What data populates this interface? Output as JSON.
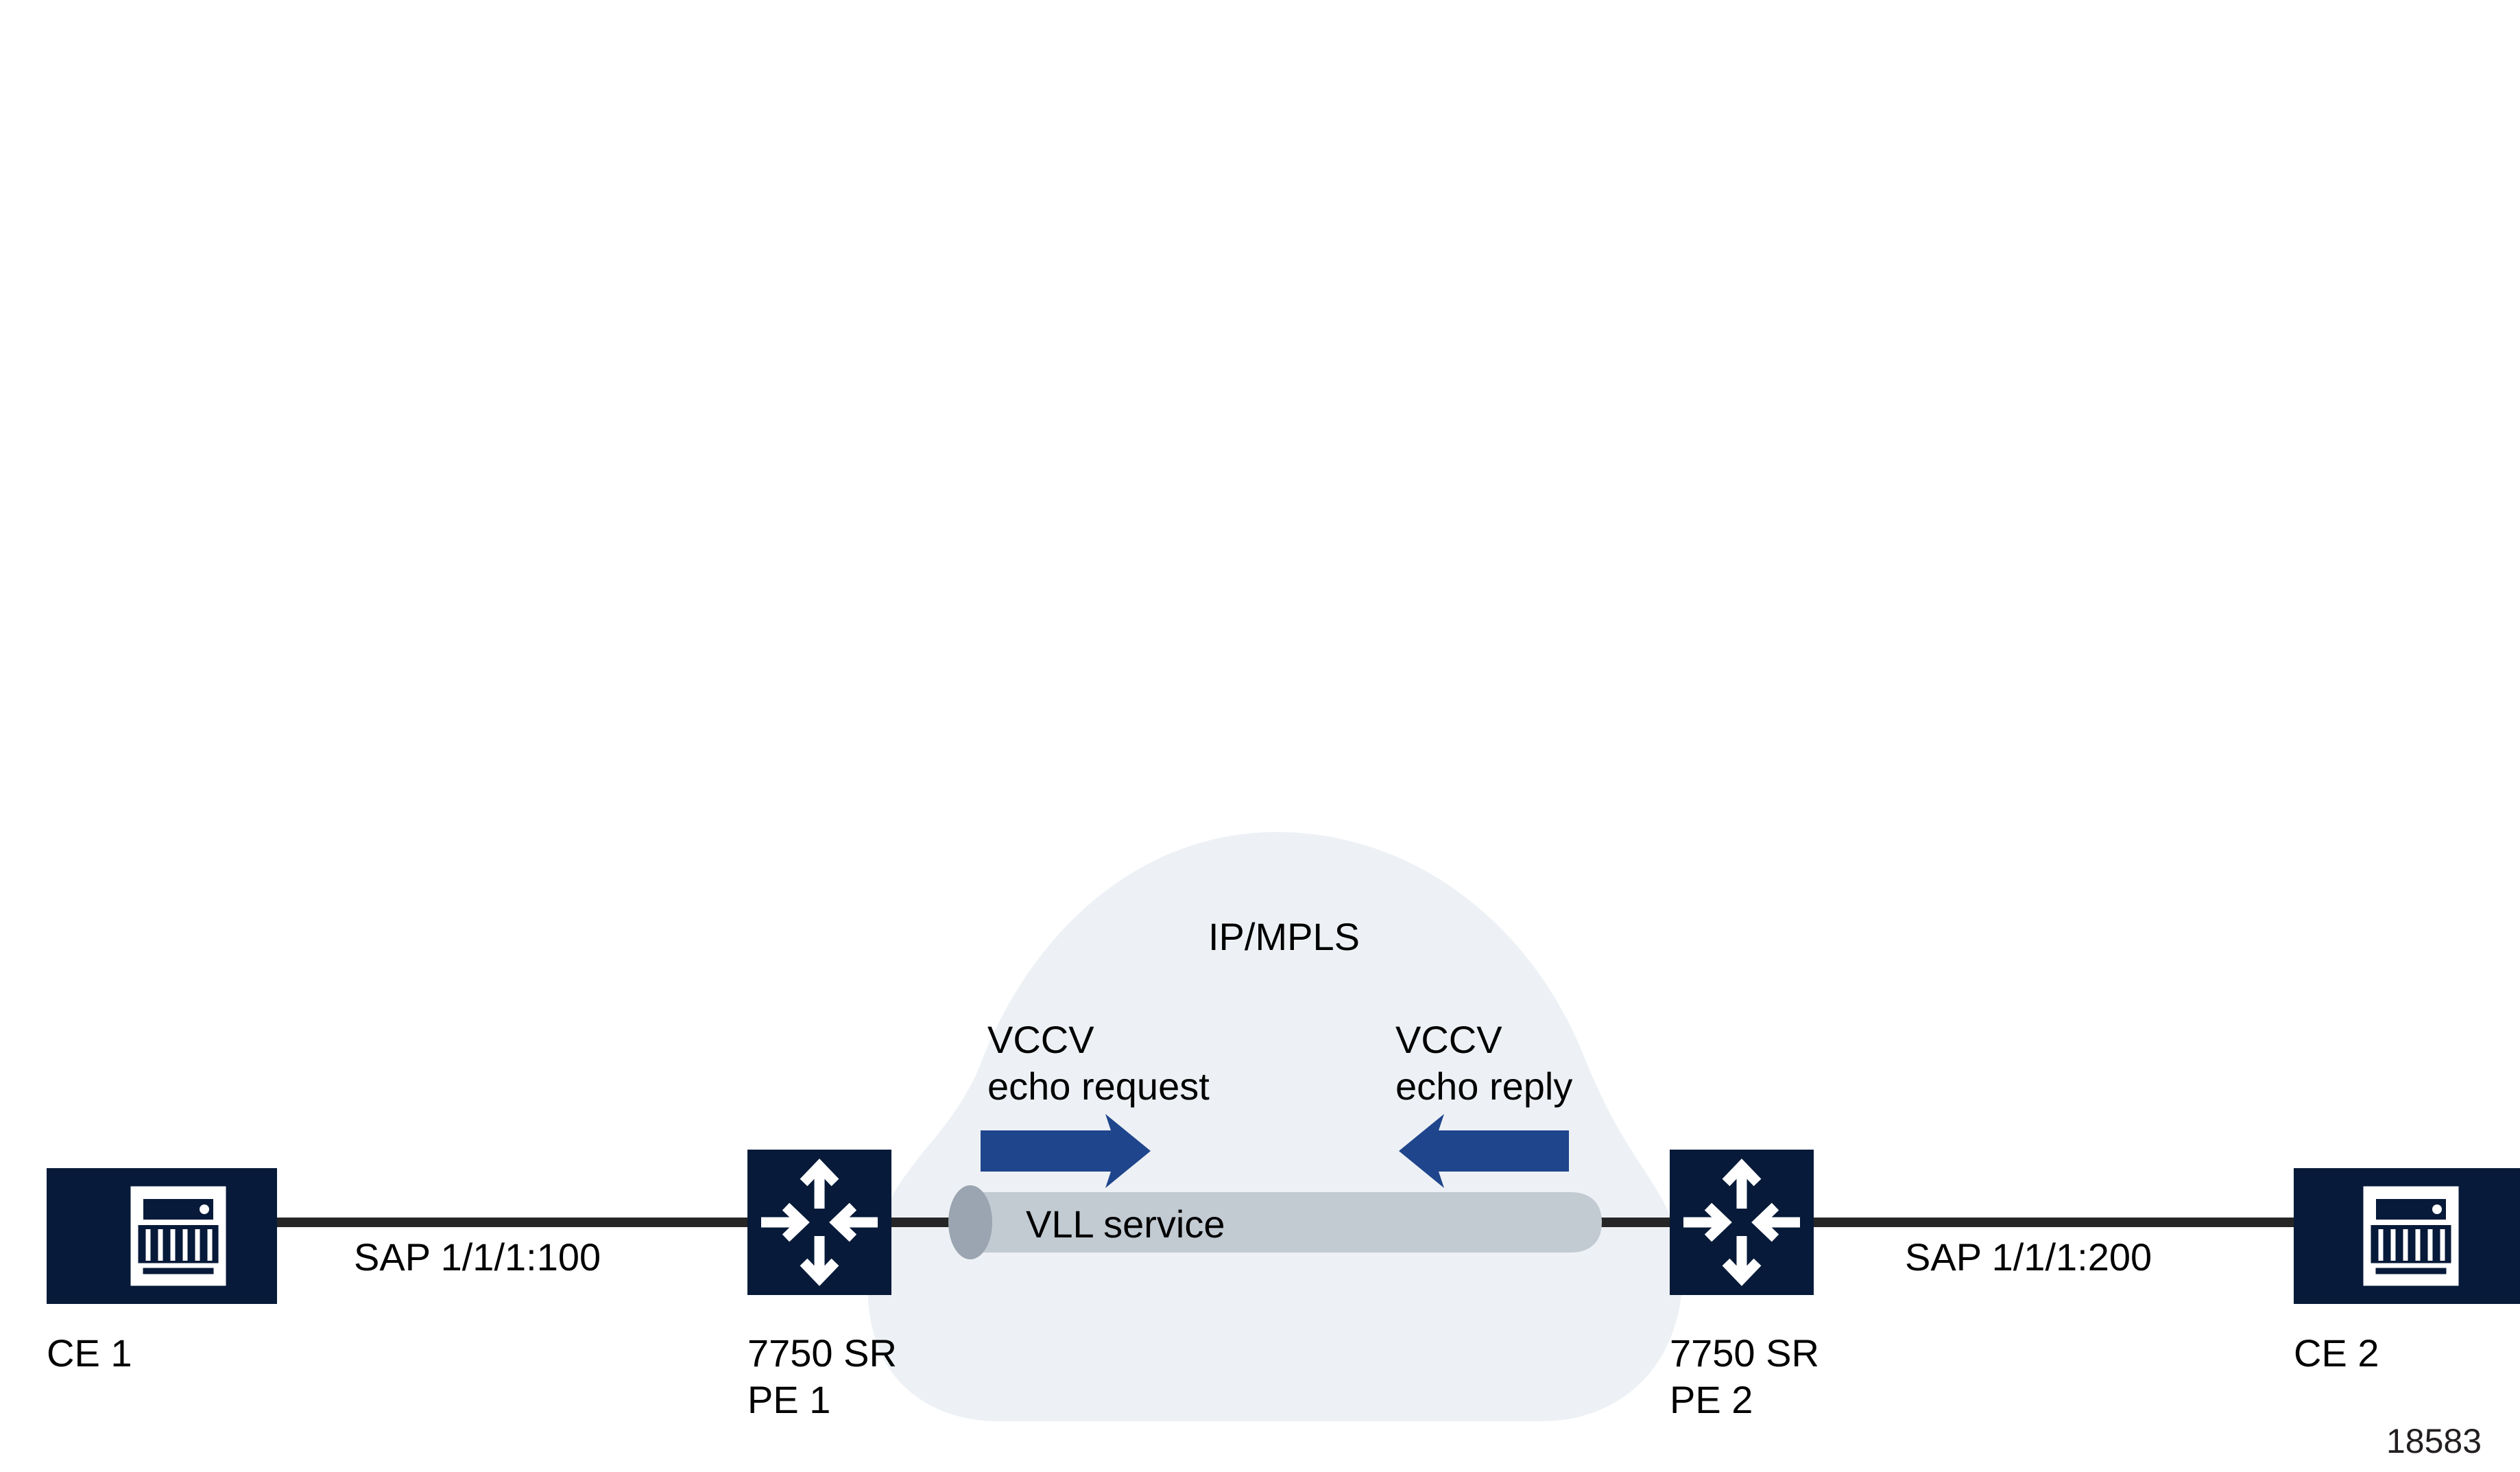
{
  "figure": {
    "id_label": "18583",
    "colors": {
      "node_fill": "#071a39",
      "icon_stroke": "#ffffff",
      "link_line": "#262626",
      "cloud_fill": "#edf1f5",
      "pipe_body": "#c2cad2",
      "pipe_cap": "#9aa5b1",
      "arrow_blue": "#1f458c",
      "text": "#000000",
      "background": "#ffffff"
    }
  },
  "cloud": {
    "label": "IP/MPLS",
    "icon": "cloud-shape"
  },
  "nodes": [
    {
      "key": "ce1",
      "icon": "customer-equipment-icon",
      "caption_lines": [
        "CE 1"
      ]
    },
    {
      "key": "pe1",
      "icon": "router-icon",
      "caption_lines": [
        "7750 SR",
        "PE 1"
      ]
    },
    {
      "key": "pe2",
      "icon": "router-icon",
      "caption_lines": [
        "7750 SR",
        "PE 2"
      ]
    },
    {
      "key": "ce2",
      "icon": "customer-equipment-icon",
      "caption_lines": [
        "CE 2"
      ]
    }
  ],
  "links": [
    {
      "key": "sap_left",
      "label": "SAP 1/1/1:100"
    },
    {
      "key": "sap_right",
      "label": "SAP 1/1/1:200"
    }
  ],
  "service": {
    "label": "VLL service",
    "icon": "tunnel-cylinder-icon"
  },
  "flows": [
    {
      "key": "echo_request",
      "line1": "VCCV",
      "line2": "echo request",
      "direction": "right",
      "icon": "arrow-right-icon"
    },
    {
      "key": "echo_reply",
      "line1": "VCCV",
      "line2": "echo reply",
      "direction": "left",
      "icon": "arrow-left-icon"
    }
  ]
}
